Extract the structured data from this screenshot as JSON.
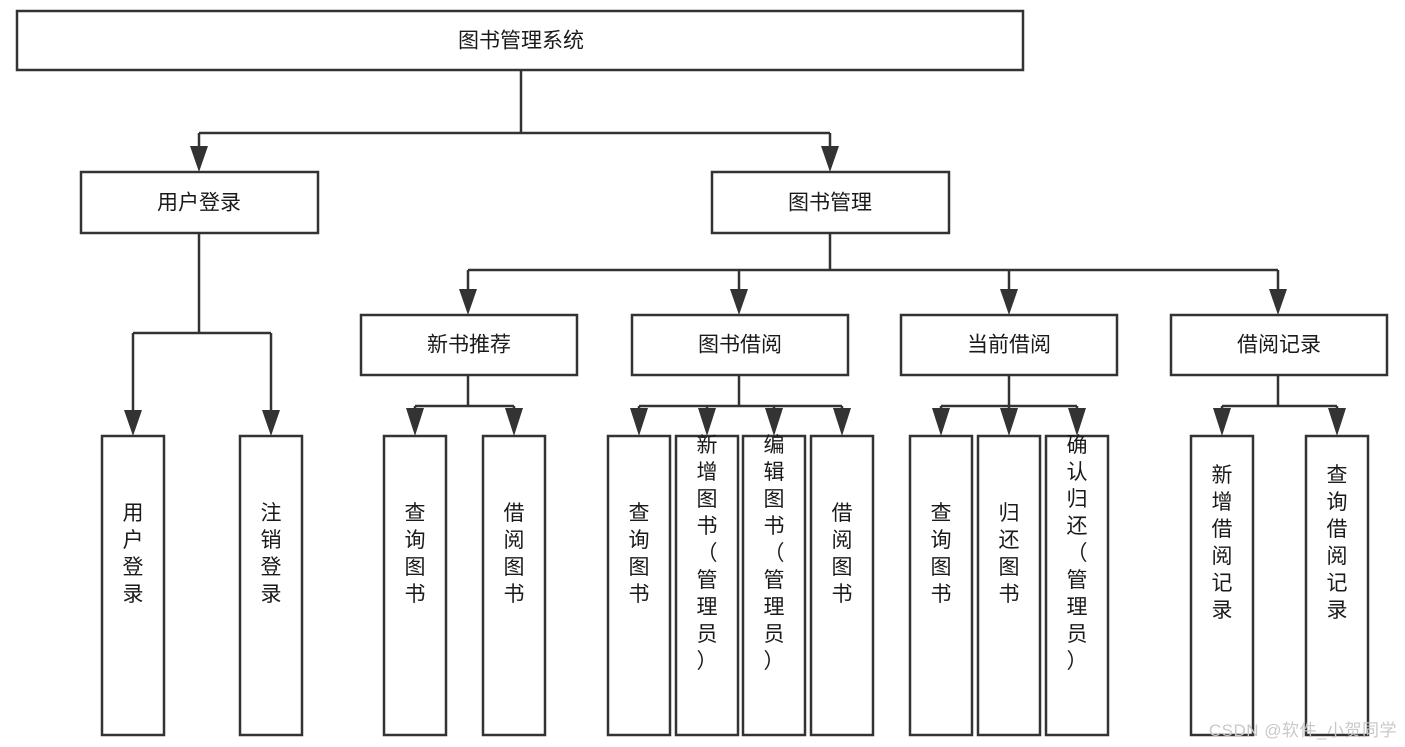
{
  "diagram": {
    "title": "图书管理系统",
    "type": "tree-hierarchy",
    "watermark": "CSDN @软件_小贺同学",
    "colors": {
      "background": "#ffffff",
      "stroke": "#333333",
      "text": "#1a1a1a",
      "watermark": "#c9c9c9"
    },
    "root": {
      "label": "图书管理系统"
    },
    "level2": [
      {
        "label": "用户登录"
      },
      {
        "label": "图书管理"
      }
    ],
    "level3": [
      {
        "label": "新书推荐"
      },
      {
        "label": "图书借阅"
      },
      {
        "label": "当前借阅"
      },
      {
        "label": "借阅记录"
      }
    ],
    "leaves": {
      "user_login": [
        {
          "label": "用户登录"
        },
        {
          "label": "注销登录"
        }
      ],
      "new_book_recommend": [
        {
          "label": "查询图书"
        },
        {
          "label": "借阅图书"
        }
      ],
      "book_borrow": [
        {
          "label": "查询图书"
        },
        {
          "label": "新增图书（管理员）"
        },
        {
          "label": "编辑图书（管理员）"
        },
        {
          "label": "借阅图书"
        }
      ],
      "current_borrow": [
        {
          "label": "查询图书"
        },
        {
          "label": "归还图书"
        },
        {
          "label": "确认归还（管理员）"
        }
      ],
      "borrow_record": [
        {
          "label": "新增借阅记录"
        },
        {
          "label": "查询借阅记录"
        }
      ]
    }
  }
}
